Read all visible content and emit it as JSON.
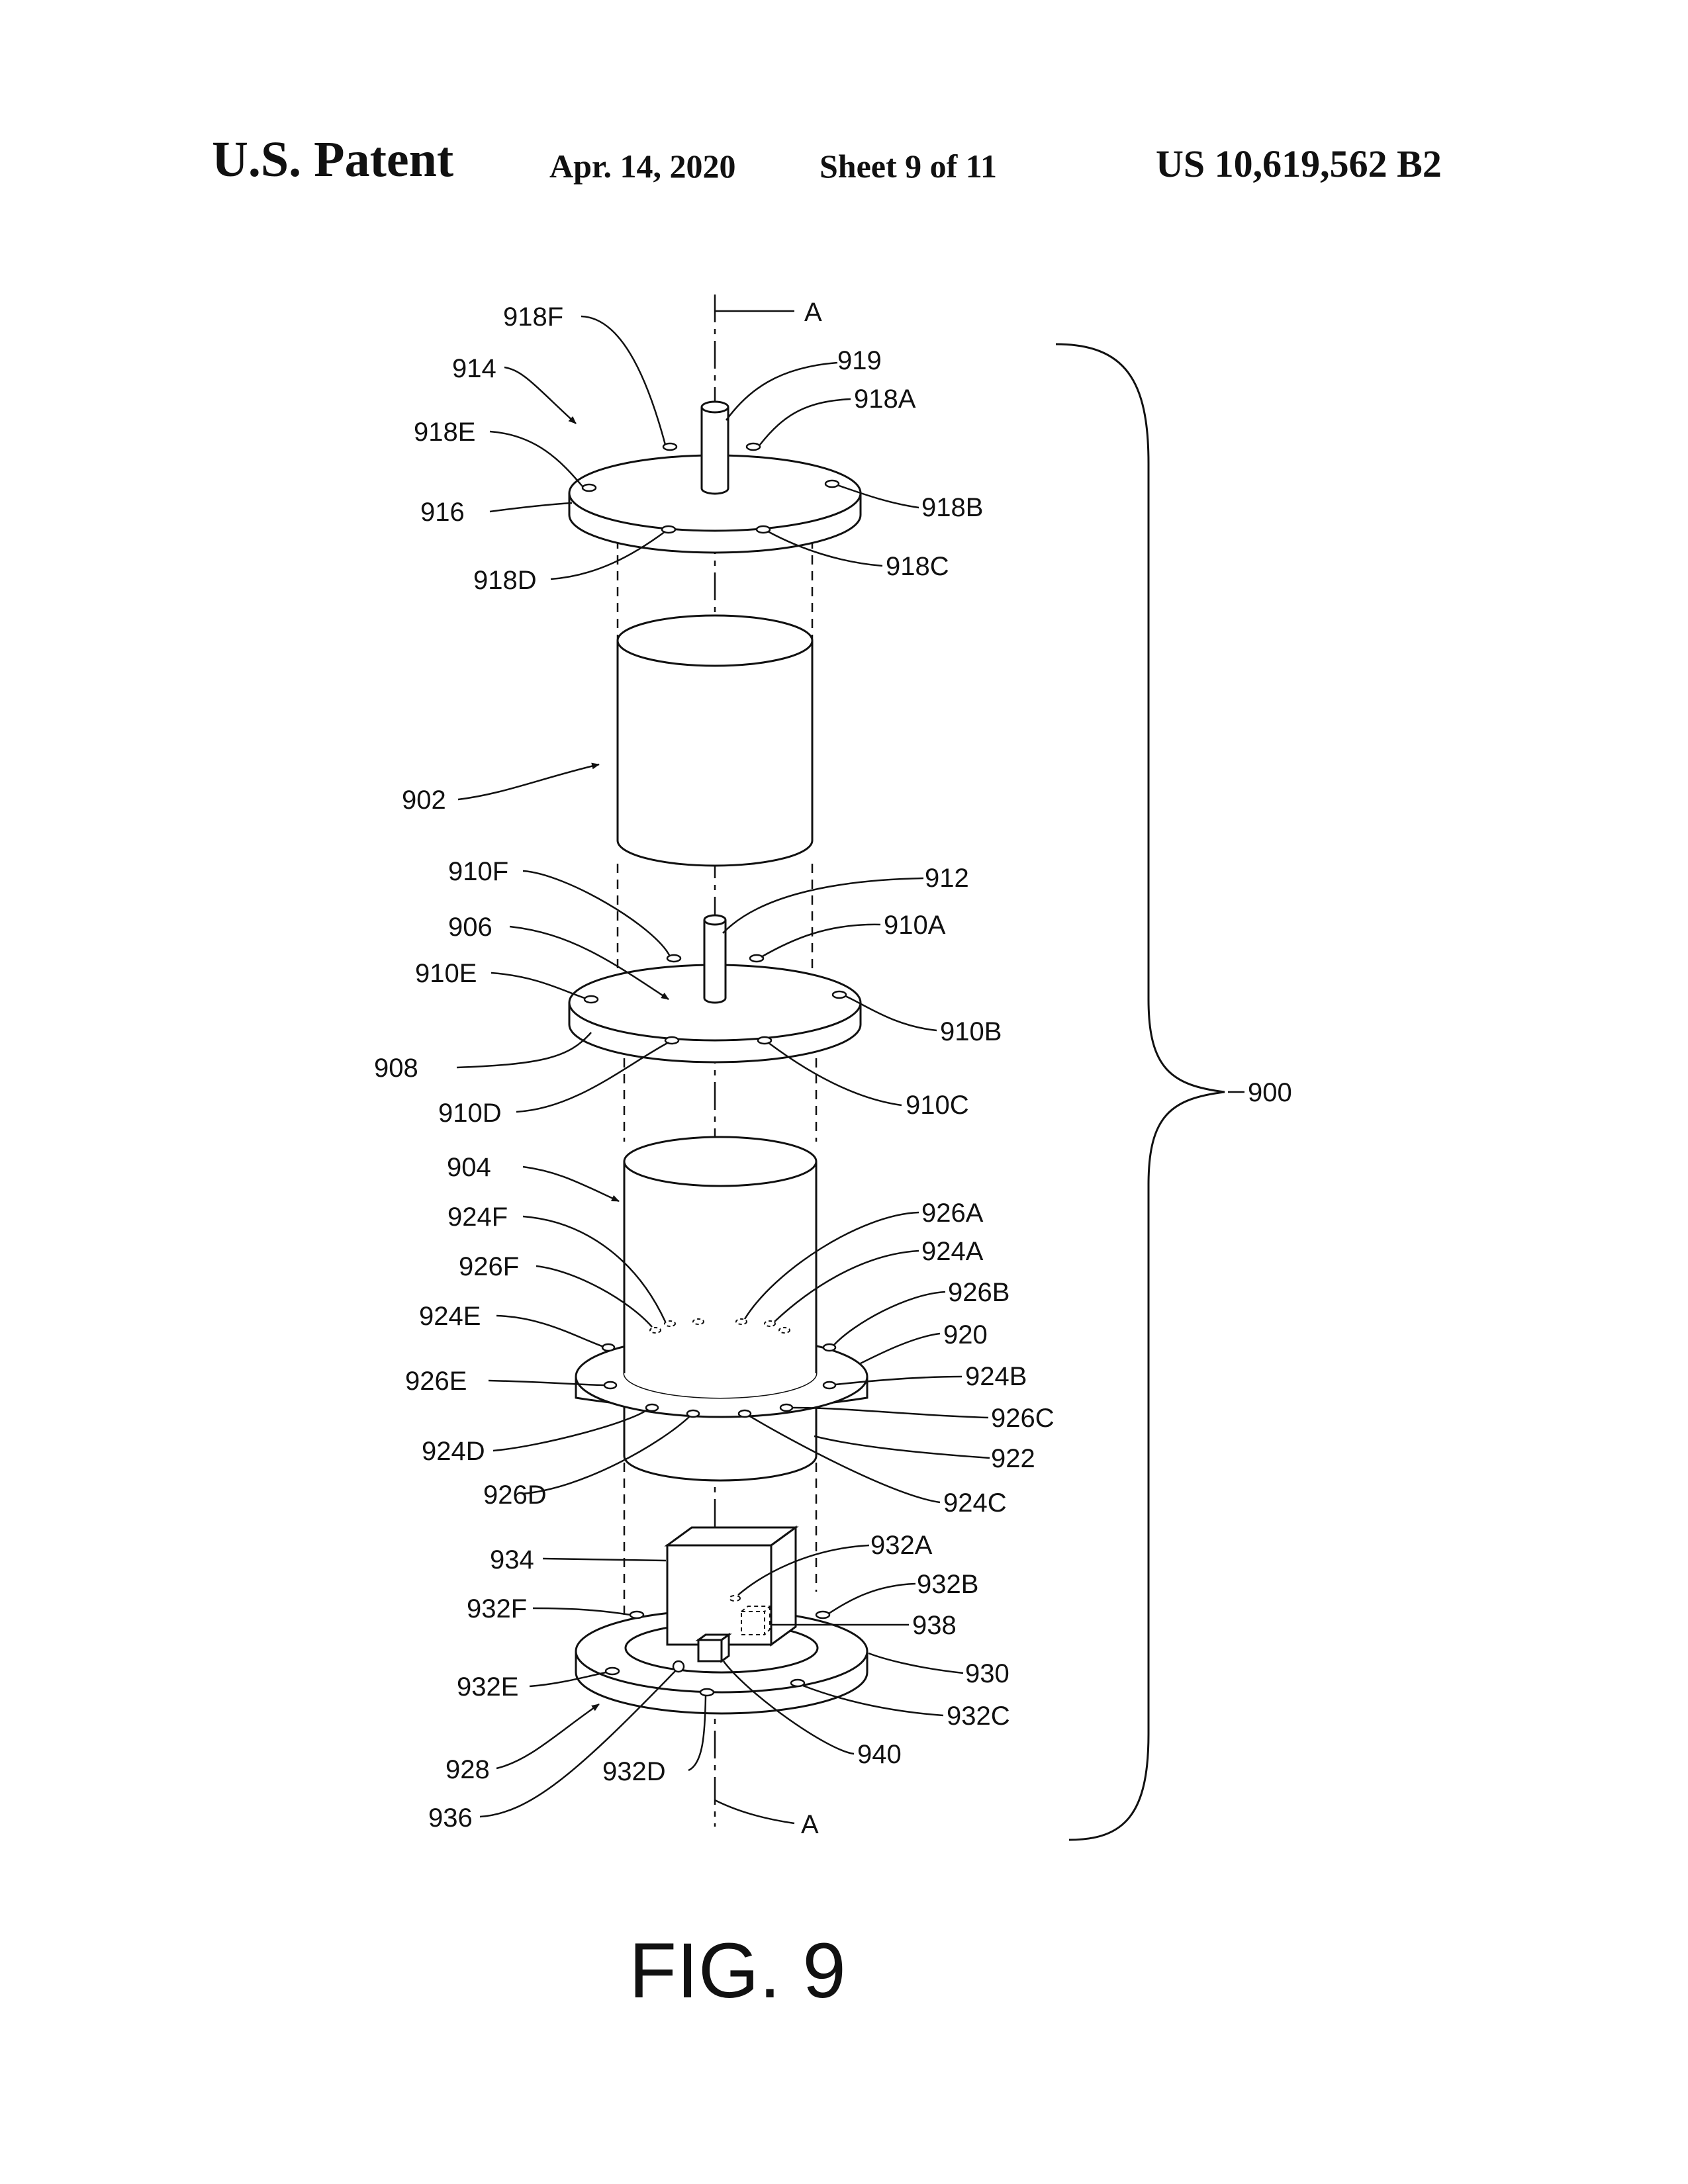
{
  "header": {
    "left": "U.S. Patent",
    "date": "Apr. 14, 2020",
    "sheet": "Sheet 9 of 11",
    "number": "US 10,619,562 B2"
  },
  "figure": {
    "caption": "FIG. 9",
    "axis_label": "A",
    "labels": {
      "l918F": "918F",
      "l914": "914",
      "l919": "919",
      "l918A": "918A",
      "l918E": "918E",
      "l916": "916",
      "l918B": "918B",
      "l918D": "918D",
      "l918C": "918C",
      "l902": "902",
      "l910F": "910F",
      "l912": "912",
      "l906": "906",
      "l910A": "910A",
      "l910E": "910E",
      "l910B": "910B",
      "l908": "908",
      "l910D": "910D",
      "l910C": "910C",
      "l900": "900",
      "l904": "904",
      "l924F": "924F",
      "l926A": "926A",
      "l924A": "924A",
      "l926F": "926F",
      "l926B": "926B",
      "l924E": "924E",
      "l920": "920",
      "l926E": "926E",
      "l924B": "924B",
      "l926C": "926C",
      "l924D": "924D",
      "l922": "922",
      "l926D": "926D",
      "l924C": "924C",
      "l934": "934",
      "l932A": "932A",
      "l932B": "932B",
      "l932F": "932F",
      "l938": "938",
      "l930": "930",
      "l932E": "932E",
      "l932C": "932C",
      "l928": "928",
      "l940": "940",
      "l932D": "932D",
      "l936": "936"
    }
  }
}
